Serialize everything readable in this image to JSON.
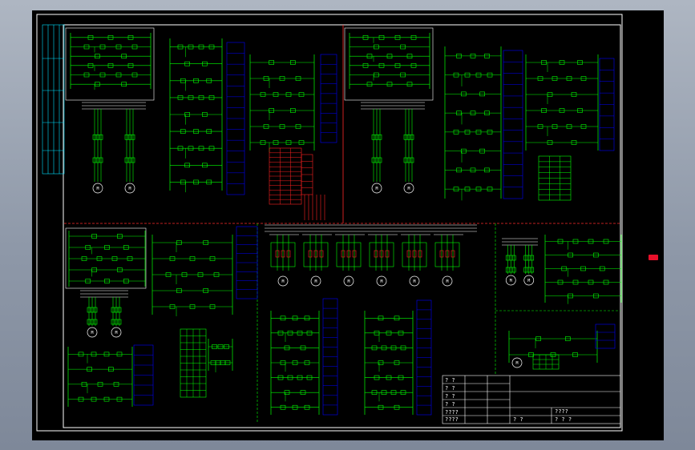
{
  "titleblock": {
    "left_rows": [
      "? ?",
      "? ?",
      "? ?",
      "? ?",
      "????",
      "????"
    ],
    "bottom_left": "? ?",
    "bottom_mid": "? ?",
    "bottom_right": "? ? ?",
    "right_upper": "????"
  },
  "motor_labels": [
    "M",
    "M",
    "M",
    "M",
    "M",
    "M",
    "M",
    "M",
    "M",
    "M",
    "M",
    "M",
    "M",
    "M",
    "M",
    "M",
    "M"
  ],
  "colors": {
    "background": "#000000",
    "frame": "#ffffff",
    "circuit": "#00ff00",
    "terminal_blocks": "#0000ff",
    "tables_red": "#ff2020",
    "section_divider": "#ff0000",
    "grid_cyan": "#00e0ff"
  }
}
